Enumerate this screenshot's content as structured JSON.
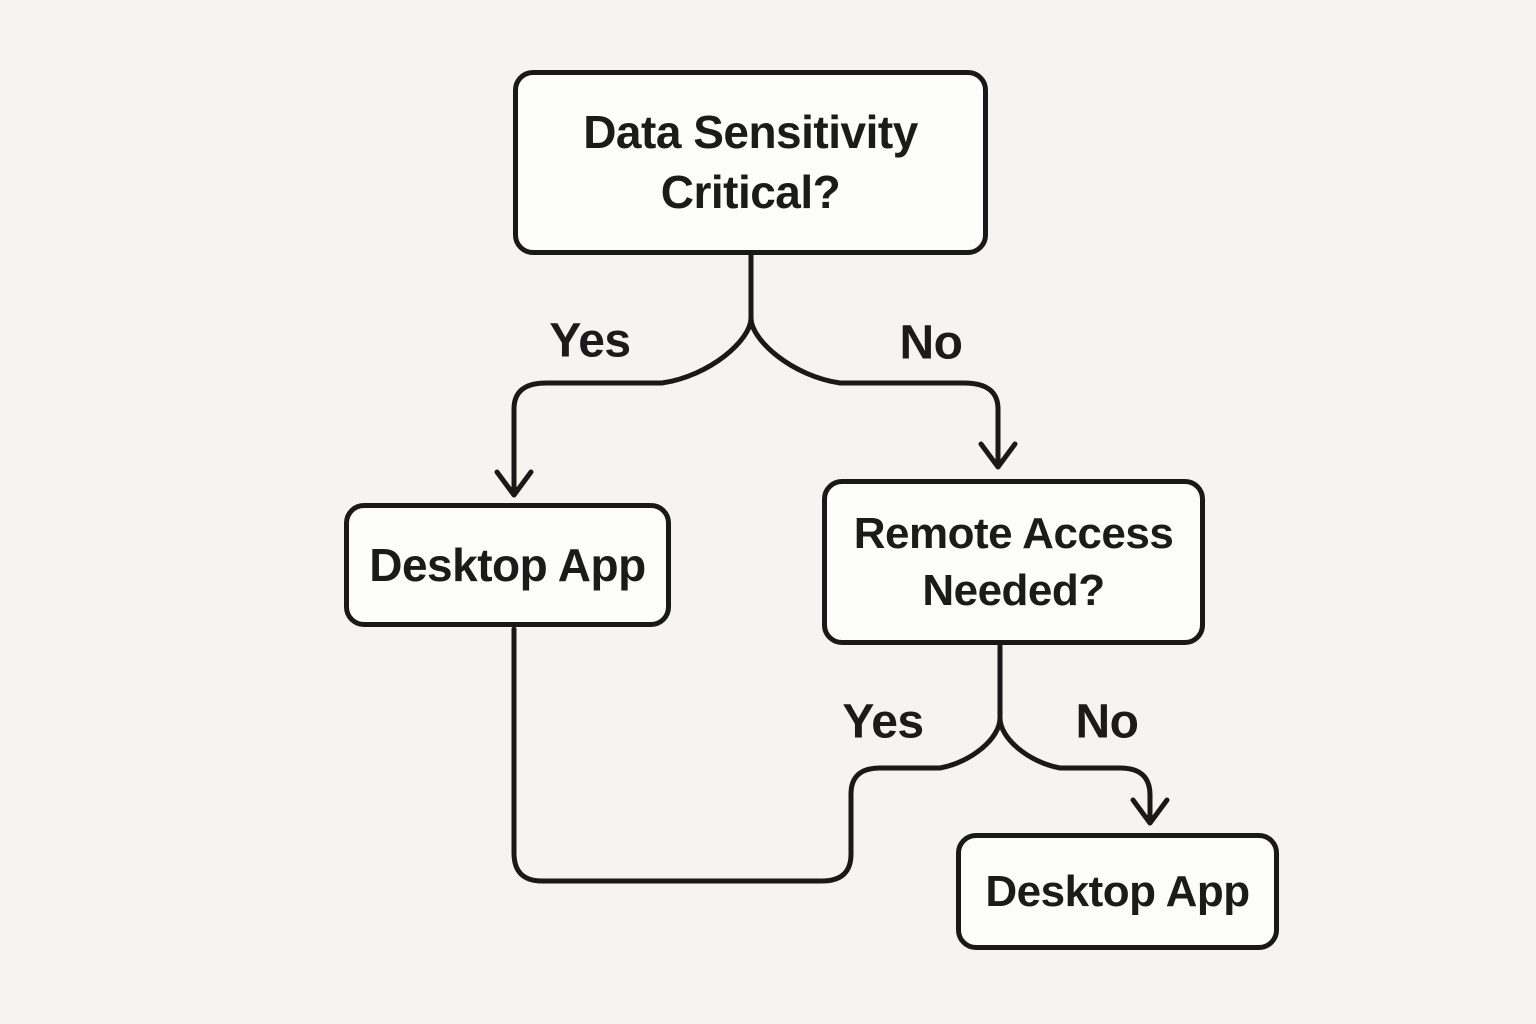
{
  "diagram": {
    "type": "flowchart-decision-tree",
    "colors": {
      "background": "#f6f4f1",
      "node_fill": "#fcfcfa",
      "line": "#191919",
      "text": "#1b1b1b"
    },
    "nodes": {
      "root": {
        "label": "Data Sensitivity Critical?",
        "shape": "rounded-rect"
      },
      "desktop_left": {
        "label": "Desktop App",
        "shape": "rounded-rect"
      },
      "remote": {
        "label": "Remote Access Needed?",
        "shape": "rounded-rect"
      },
      "desktop_right": {
        "label": "Desktop App",
        "shape": "rounded-rect"
      }
    },
    "edges": {
      "root_yes": {
        "label": "Yes",
        "from": "root",
        "to": "desktop_left",
        "arrowhead": true
      },
      "root_no": {
        "label": "No",
        "from": "root",
        "to": "remote",
        "arrowhead": true
      },
      "remote_yes": {
        "label": "Yes",
        "from": "remote",
        "to": "desktop_left",
        "arrowhead": false
      },
      "remote_no": {
        "label": "No",
        "from": "remote",
        "to": "desktop_right",
        "arrowhead": true
      }
    }
  }
}
